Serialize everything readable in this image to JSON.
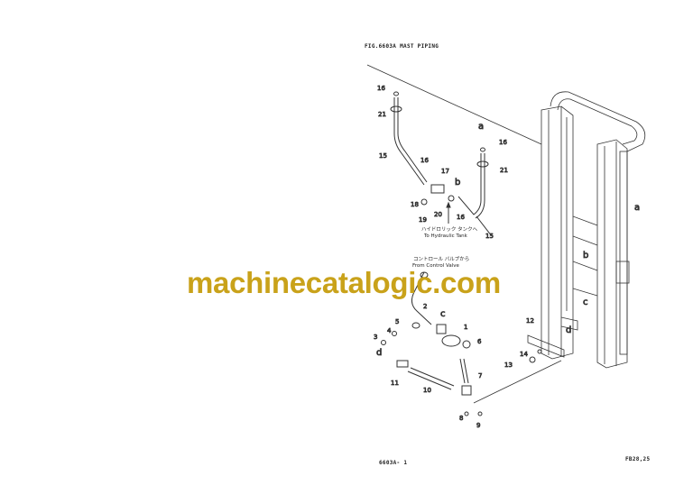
{
  "header": {
    "figure_title": "FIG.6603A MAST PIPING"
  },
  "footer": {
    "page_code": "6603A- 1",
    "ref_code": "FB28,25"
  },
  "watermark": {
    "text": "machinecatalogic.com",
    "color": "#c9a21a"
  },
  "notes": {
    "to_tank_jp": "ハイドロリック タンクへ",
    "to_tank": "To Hydraulic Tank",
    "from_valve_jp": "コントロール バルブから",
    "from_valve": "From Control Valve"
  },
  "callouts": [
    "16",
    "21",
    "15",
    "16",
    "17",
    "b",
    "18",
    "19",
    "20",
    "16",
    "15",
    "a",
    "16",
    "21",
    "a",
    "b",
    "c",
    "d",
    "12",
    "14",
    "13",
    "2",
    "c",
    "1",
    "5",
    "4",
    "3",
    "6",
    "d",
    "7",
    "11",
    "10",
    "8",
    "9"
  ]
}
